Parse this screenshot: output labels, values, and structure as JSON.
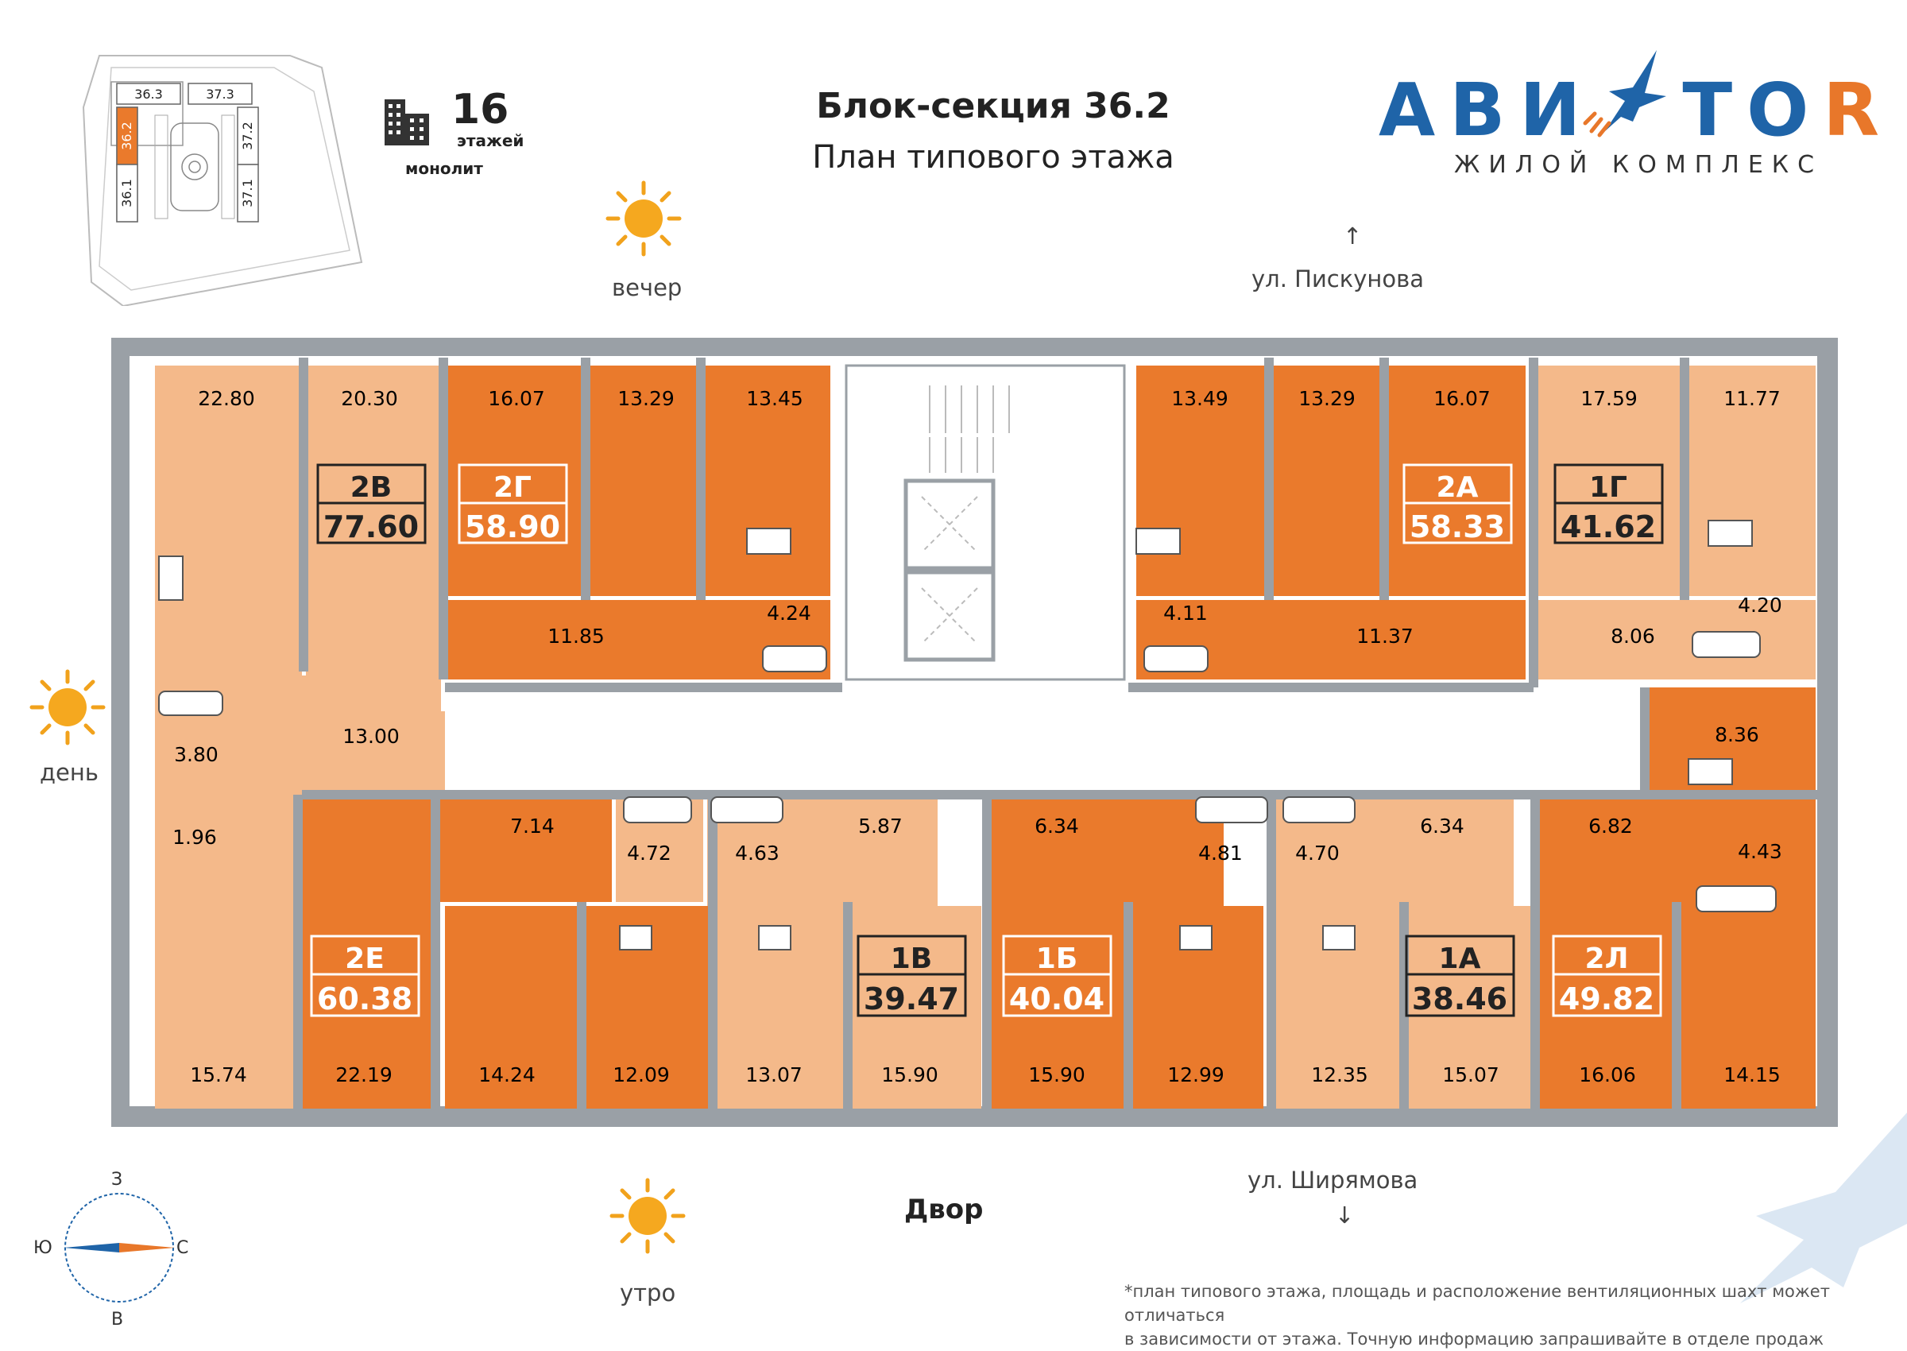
{
  "header": {
    "title": "Блок-секция 36.2",
    "subtitle": "План типового этажа",
    "floors_number": "16",
    "floors_label": "этажей",
    "construction": "монолит"
  },
  "logo": {
    "word_left": "АВИ",
    "word_right": "TO",
    "word_r": "R",
    "tagline": "ЖИЛОЙ КОМПЛЕКС"
  },
  "minimap": {
    "sections": [
      "36.3",
      "37.3",
      "36.2",
      "37.2",
      "36.1",
      "37.1"
    ],
    "highlight": "36.2"
  },
  "orientation": {
    "street_north": "ул. Пискунова",
    "street_south": "ул. Ширямова",
    "sun_evening": "вечер",
    "sun_day": "день",
    "sun_morning": "утро",
    "yard": "Двор",
    "compass": {
      "north": "З",
      "south": "В",
      "west": "Ю",
      "east": "С"
    }
  },
  "colors": {
    "dark_orange": "#ea7a2c",
    "light_orange": "#f4b98a",
    "wall": "#9aa0a6",
    "blue": "#1f64a8",
    "orange_accent": "#e8772a"
  },
  "apartments": [
    {
      "code": "2В",
      "area": "77.60",
      "tone": "light"
    },
    {
      "code": "2Г",
      "area": "58.90",
      "tone": "dark"
    },
    {
      "code": "2А",
      "area": "58.33",
      "tone": "dark"
    },
    {
      "code": "1Г",
      "area": "41.62",
      "tone": "light"
    },
    {
      "code": "2Е",
      "area": "60.38",
      "tone": "dark"
    },
    {
      "code": "1В",
      "area": "39.47",
      "tone": "light"
    },
    {
      "code": "1Б",
      "area": "40.04",
      "tone": "dark"
    },
    {
      "code": "1А",
      "area": "38.46",
      "tone": "light"
    },
    {
      "code": "2Л",
      "area": "49.82",
      "tone": "dark"
    }
  ],
  "rooms": {
    "top_row": [
      "22.80",
      "20.30",
      "16.07",
      "13.29",
      "13.45",
      "13.49",
      "13.29",
      "16.07",
      "17.59",
      "11.77"
    ],
    "top_halls": [
      "11.85",
      "4.24",
      "4.11",
      "11.37",
      "8.06",
      "4.20"
    ],
    "middle": [
      "3.80",
      "13.00",
      "1.96",
      "8.36"
    ],
    "bottom_halls": [
      "7.14",
      "4.72",
      "4.63",
      "5.87",
      "6.34",
      "4.81",
      "4.70",
      "6.34",
      "6.82",
      "4.43"
    ],
    "bottom_row": [
      "15.74",
      "22.19",
      "14.24",
      "12.09",
      "13.07",
      "15.90",
      "15.90",
      "12.99",
      "12.35",
      "15.07",
      "16.06",
      "14.15"
    ]
  },
  "footnote": [
    "*план типового этажа, площадь и расположение вентиляционных шахт может отличаться",
    "в зависимости от этажа. Точную информацию запрашивайте в отделе продаж"
  ]
}
